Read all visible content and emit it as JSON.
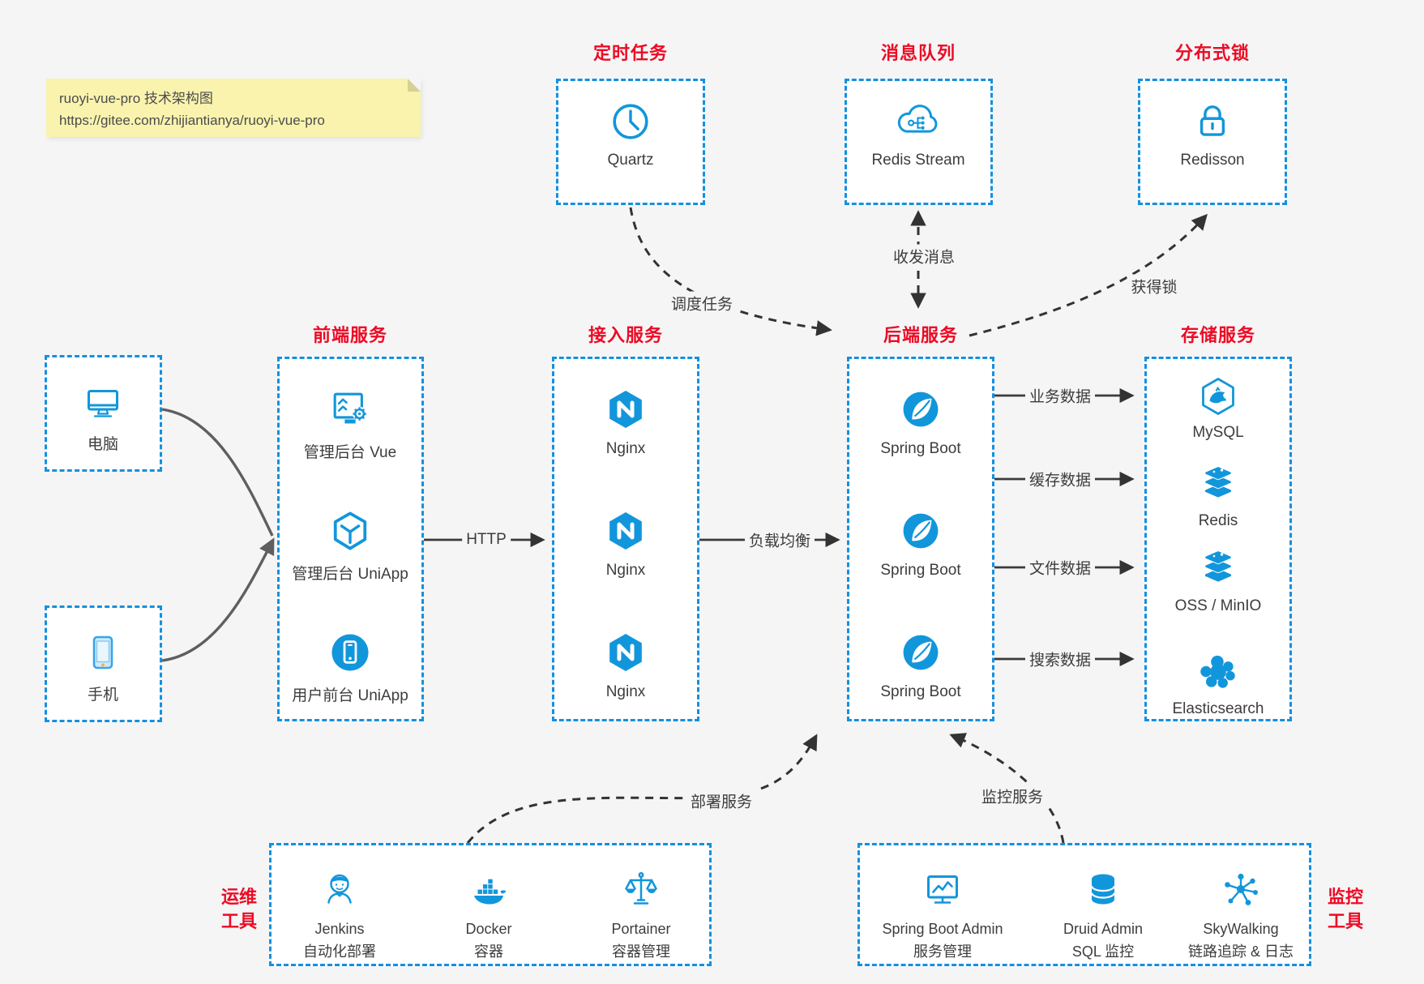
{
  "note": {
    "line1": "ruoyi-vue-pro 技术架构图",
    "line2": "https://gitee.com/zhijiantianya/ruoyi-vue-pro"
  },
  "colors": {
    "icon_blue": "#1296db",
    "border_blue": "#1590e0",
    "heading_red": "#ee0a24",
    "page_bg": "#f5f5f6"
  },
  "top_services": [
    {
      "title": "定时任务",
      "item": {
        "label": "Quartz",
        "icon": "clock-icon"
      }
    },
    {
      "title": "消息队列",
      "item": {
        "label": "Redis Stream",
        "icon": "cloud-queue-icon"
      }
    },
    {
      "title": "分布式锁",
      "item": {
        "label": "Redisson",
        "icon": "lock-icon"
      }
    }
  ],
  "clients": [
    {
      "label": "电脑",
      "icon": "desktop-icon"
    },
    {
      "label": "手机",
      "icon": "mobile-icon"
    }
  ],
  "service_columns": [
    {
      "title": "前端服务",
      "items": [
        {
          "label": "管理后台 Vue",
          "icon": "admin-console-icon"
        },
        {
          "label": "管理后台 UniApp",
          "icon": "uniapp-cube-icon"
        },
        {
          "label": "用户前台 UniApp",
          "icon": "user-app-icon"
        }
      ]
    },
    {
      "title": "接入服务",
      "items": [
        {
          "label": "Nginx",
          "icon": "nginx-icon"
        },
        {
          "label": "Nginx",
          "icon": "nginx-icon"
        },
        {
          "label": "Nginx",
          "icon": "nginx-icon"
        }
      ]
    },
    {
      "title": "后端服务",
      "items": [
        {
          "label": "Spring Boot",
          "icon": "spring-boot-icon"
        },
        {
          "label": "Spring Boot",
          "icon": "spring-boot-icon"
        },
        {
          "label": "Spring Boot",
          "icon": "spring-boot-icon"
        }
      ]
    },
    {
      "title": "存储服务",
      "items": [
        {
          "label": "MySQL",
          "icon": "mysql-icon"
        },
        {
          "label": "Redis",
          "icon": "redis-stack-icon"
        },
        {
          "label": "OSS / MinIO",
          "icon": "oss-stack-icon"
        },
        {
          "label": "Elasticsearch",
          "icon": "elasticsearch-icon"
        }
      ]
    }
  ],
  "edges": {
    "http": "HTTP",
    "load_balance": "负载均衡",
    "schedule_task": "调度任务",
    "send_receive_msg": "收发消息",
    "acquire_lock": "获得锁",
    "business_data": "业务数据",
    "cache_data": "缓存数据",
    "file_data": "文件数据",
    "search_data": "搜索数据",
    "deploy_service": "部署服务",
    "monitor_service": "监控服务"
  },
  "ops_tools": {
    "side_label_line1": "运维",
    "side_label_line2": "工具",
    "items": [
      {
        "label": "Jenkins",
        "sub": "自动化部署",
        "icon": "jenkins-icon"
      },
      {
        "label": "Docker",
        "sub": "容器",
        "icon": "docker-icon"
      },
      {
        "label": "Portainer",
        "sub": "容器管理",
        "icon": "portainer-scales-icon"
      }
    ]
  },
  "monitor_tools": {
    "side_label_line1": "监控",
    "side_label_line2": "工具",
    "items": [
      {
        "label": "Spring Boot Admin",
        "sub": "服务管理",
        "icon": "spring-boot-admin-icon"
      },
      {
        "label": "Druid Admin",
        "sub": "SQL 监控",
        "icon": "druid-database-icon"
      },
      {
        "label": "SkyWalking",
        "sub": "链路追踪 & 日志",
        "icon": "skywalking-icon"
      }
    ]
  }
}
